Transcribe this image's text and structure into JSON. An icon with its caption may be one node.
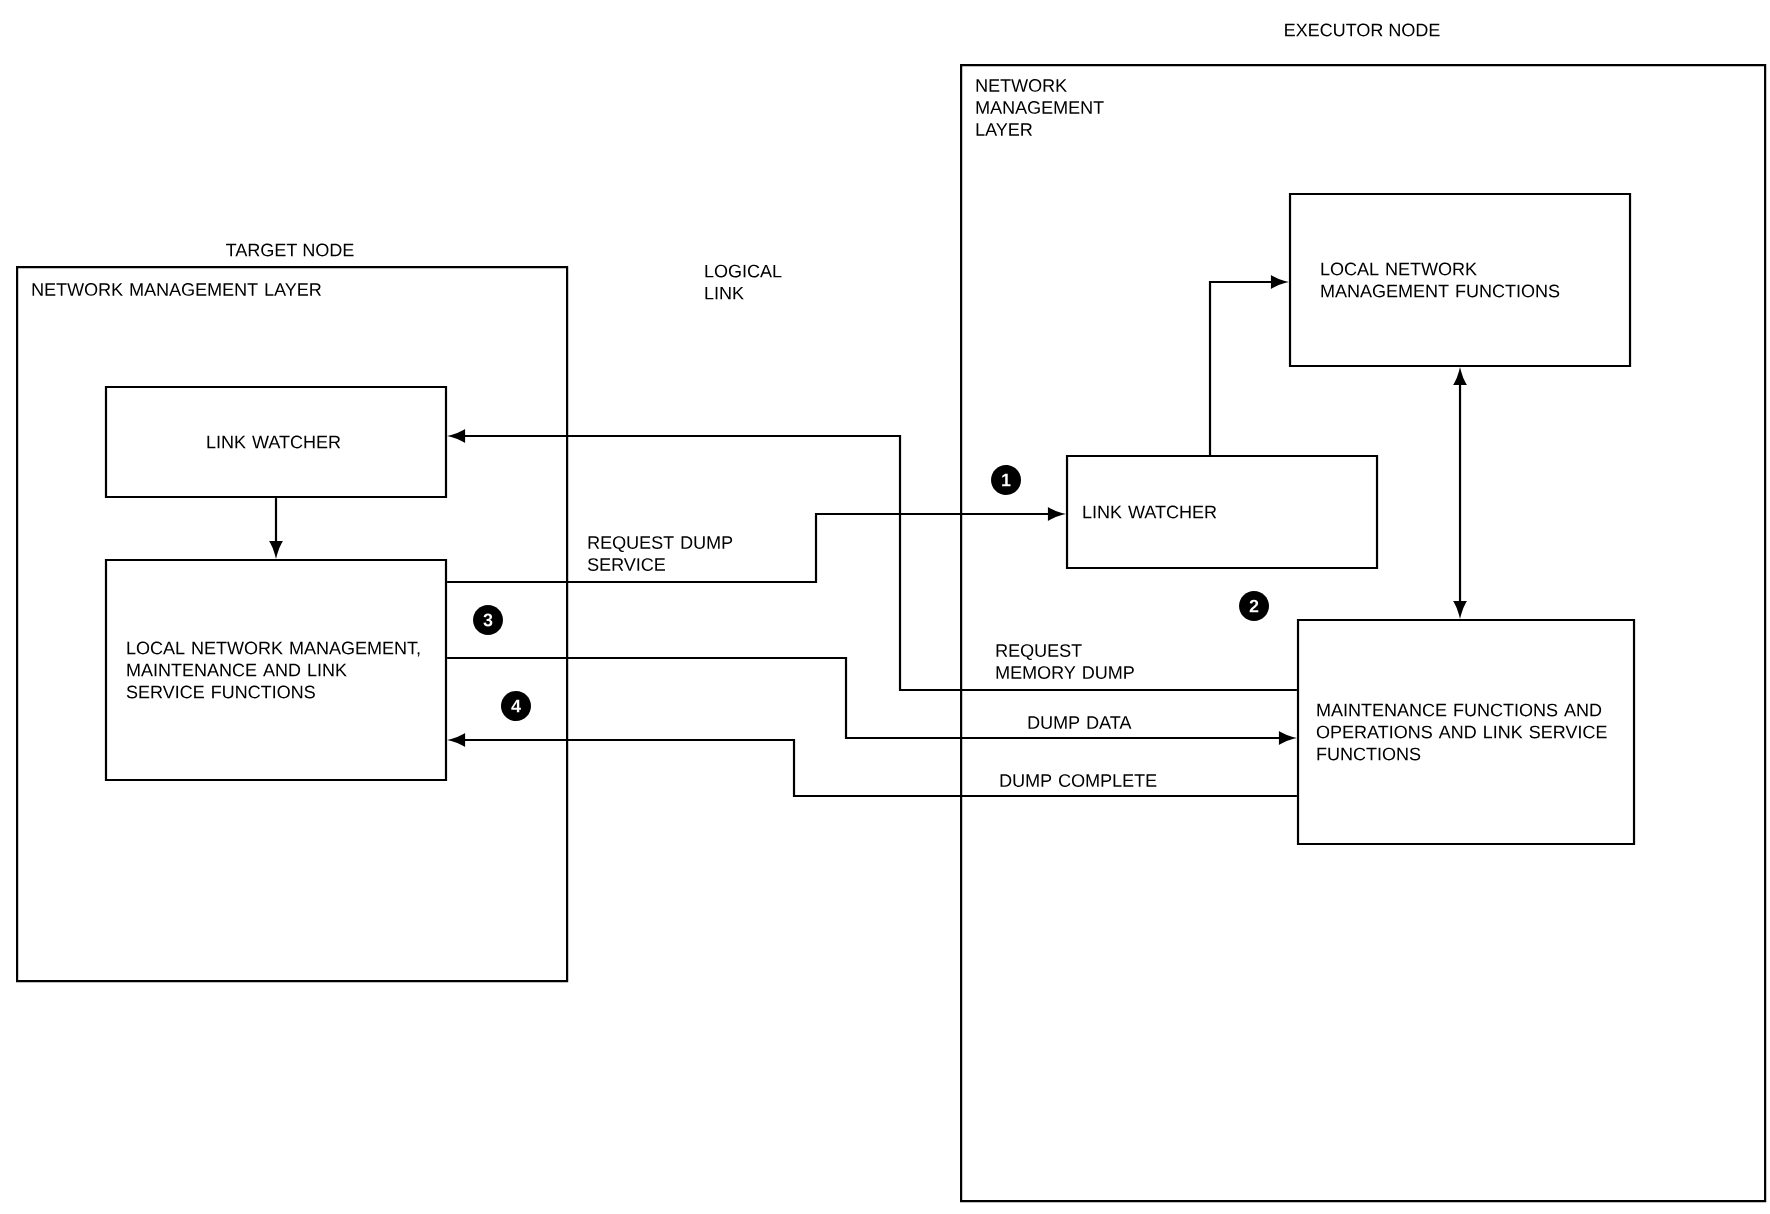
{
  "diagram": {
    "nodes": [
      {
        "text": [
          "TARGET NODE",
          "NETWORK MANAGEMENT LAYER"
        ]
      },
      {
        "text": [
          "LINK WATCHER"
        ],
        "in": 0
      },
      {
        "text": [
          "LOCAL NETWORK MANAGEMENT, MAINTENANCE AND LINK SERVICE FUNCTIONS"
        ],
        "in": 0
      },
      {
        "text": [
          "EXECUTOR NODE",
          "NETWORK MANAGEMENT LAYER"
        ]
      },
      {
        "text": [
          "LOCAL NETWORK MANAGEMENT FUNCTIONS"
        ],
        "in": 3
      },
      {
        "text": [
          "LINK WATCHER"
        ],
        "in": 3
      },
      {
        "text": [
          "MAINTENANCE FUNCTIONS AND OPERATIONS AND LINK SERVICE FUNCTIONS"
        ],
        "in": 3
      }
    ],
    "edges": [
      {
        "from": 1,
        "to": 2,
        "arrow": "to"
      },
      {
        "from": 2,
        "to": 5,
        "arrow": "to",
        "label": "REQUEST DUMP SERVICE"
      },
      {
        "from": 5,
        "to": 4,
        "arrow": "to"
      },
      {
        "from": 4,
        "to": 6,
        "arrow": "both"
      },
      {
        "from": 6,
        "to": 1,
        "arrow": "to",
        "label": "REQUEST MEMORY DUMP"
      },
      {
        "from": 2,
        "to": 6,
        "arrow": "to",
        "label": "DUMP DATA"
      },
      {
        "from": 6,
        "to": 2,
        "arrow": "to",
        "label": "DUMP COMPLETE"
      }
    ],
    "labels": [
      "LOGICAL LINK",
      "1",
      "2",
      "3",
      "4"
    ]
  }
}
